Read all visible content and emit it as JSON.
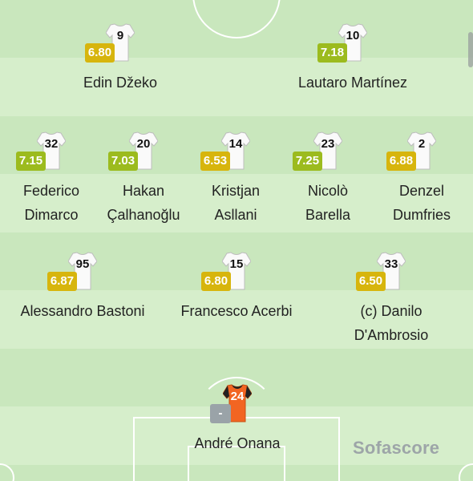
{
  "brand": {
    "watermark": "Sofascore"
  },
  "colors": {
    "pitch_light": "#d6eecb",
    "pitch_dark": "#c9e7bd",
    "rating_high": "#9cbb1e",
    "rating_mid": "#d7b50d",
    "rating_none": "#9aa3a8",
    "goalkeeper_shirt": "#f26522"
  },
  "players": [
    {
      "key": "dzeko",
      "number": "9",
      "rating": "6.80",
      "rating_level": "mid",
      "name_line1": "Edin Džeko",
      "name_line2": ""
    },
    {
      "key": "martinez",
      "number": "10",
      "rating": "7.18",
      "rating_level": "high",
      "name_line1": "Lautaro Martínez",
      "name_line2": ""
    },
    {
      "key": "dimarco",
      "number": "32",
      "rating": "7.15",
      "rating_level": "high",
      "name_line1": "Federico",
      "name_line2": "Dimarco"
    },
    {
      "key": "calhanoglu",
      "number": "20",
      "rating": "7.03",
      "rating_level": "high",
      "name_line1": "Hakan",
      "name_line2": "Çalhanoğlu"
    },
    {
      "key": "asllani",
      "number": "14",
      "rating": "6.53",
      "rating_level": "mid",
      "name_line1": "Kristjan",
      "name_line2": "Asllani"
    },
    {
      "key": "barella",
      "number": "23",
      "rating": "7.25",
      "rating_level": "high",
      "name_line1": "Nicolò",
      "name_line2": "Barella"
    },
    {
      "key": "dumfries",
      "number": "2",
      "rating": "6.88",
      "rating_level": "mid",
      "name_line1": "Denzel",
      "name_line2": "Dumfries"
    },
    {
      "key": "bastoni",
      "number": "95",
      "rating": "6.87",
      "rating_level": "mid",
      "name_line1": "Alessandro Bastoni",
      "name_line2": ""
    },
    {
      "key": "acerbi",
      "number": "15",
      "rating": "6.80",
      "rating_level": "mid",
      "name_line1": "Francesco Acerbi",
      "name_line2": ""
    },
    {
      "key": "dambrosio",
      "number": "33",
      "rating": "6.50",
      "rating_level": "mid",
      "name_line1": "(c) Danilo",
      "name_line2": "D'Ambrosio"
    },
    {
      "key": "onana",
      "number": "24",
      "rating": "-",
      "rating_level": "none",
      "name_line1": "André Onana",
      "name_line2": ""
    }
  ]
}
